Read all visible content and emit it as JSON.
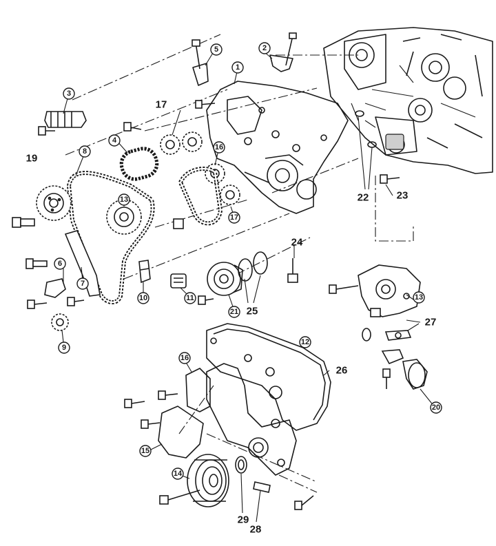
{
  "callouts": {
    "c1": "1",
    "c2": "2",
    "c3": "3",
    "c4": "4",
    "c5": "5",
    "c6": "6",
    "c7": "7",
    "c8": "8",
    "c9": "9",
    "c10": "10",
    "c11": "11",
    "c12": "12",
    "c13a": "13",
    "c13b": "13",
    "c14": "14",
    "c15": "15",
    "c16a": "16",
    "c16b": "16",
    "c17b": "17",
    "c20": "20",
    "c21": "21"
  },
  "plain_labels": {
    "p17": "17",
    "p19": "19",
    "p22": "22",
    "p23": "23",
    "p24": "24",
    "p25": "25",
    "p26": "26",
    "p27": "27",
    "p28": "28",
    "p29": "29"
  }
}
